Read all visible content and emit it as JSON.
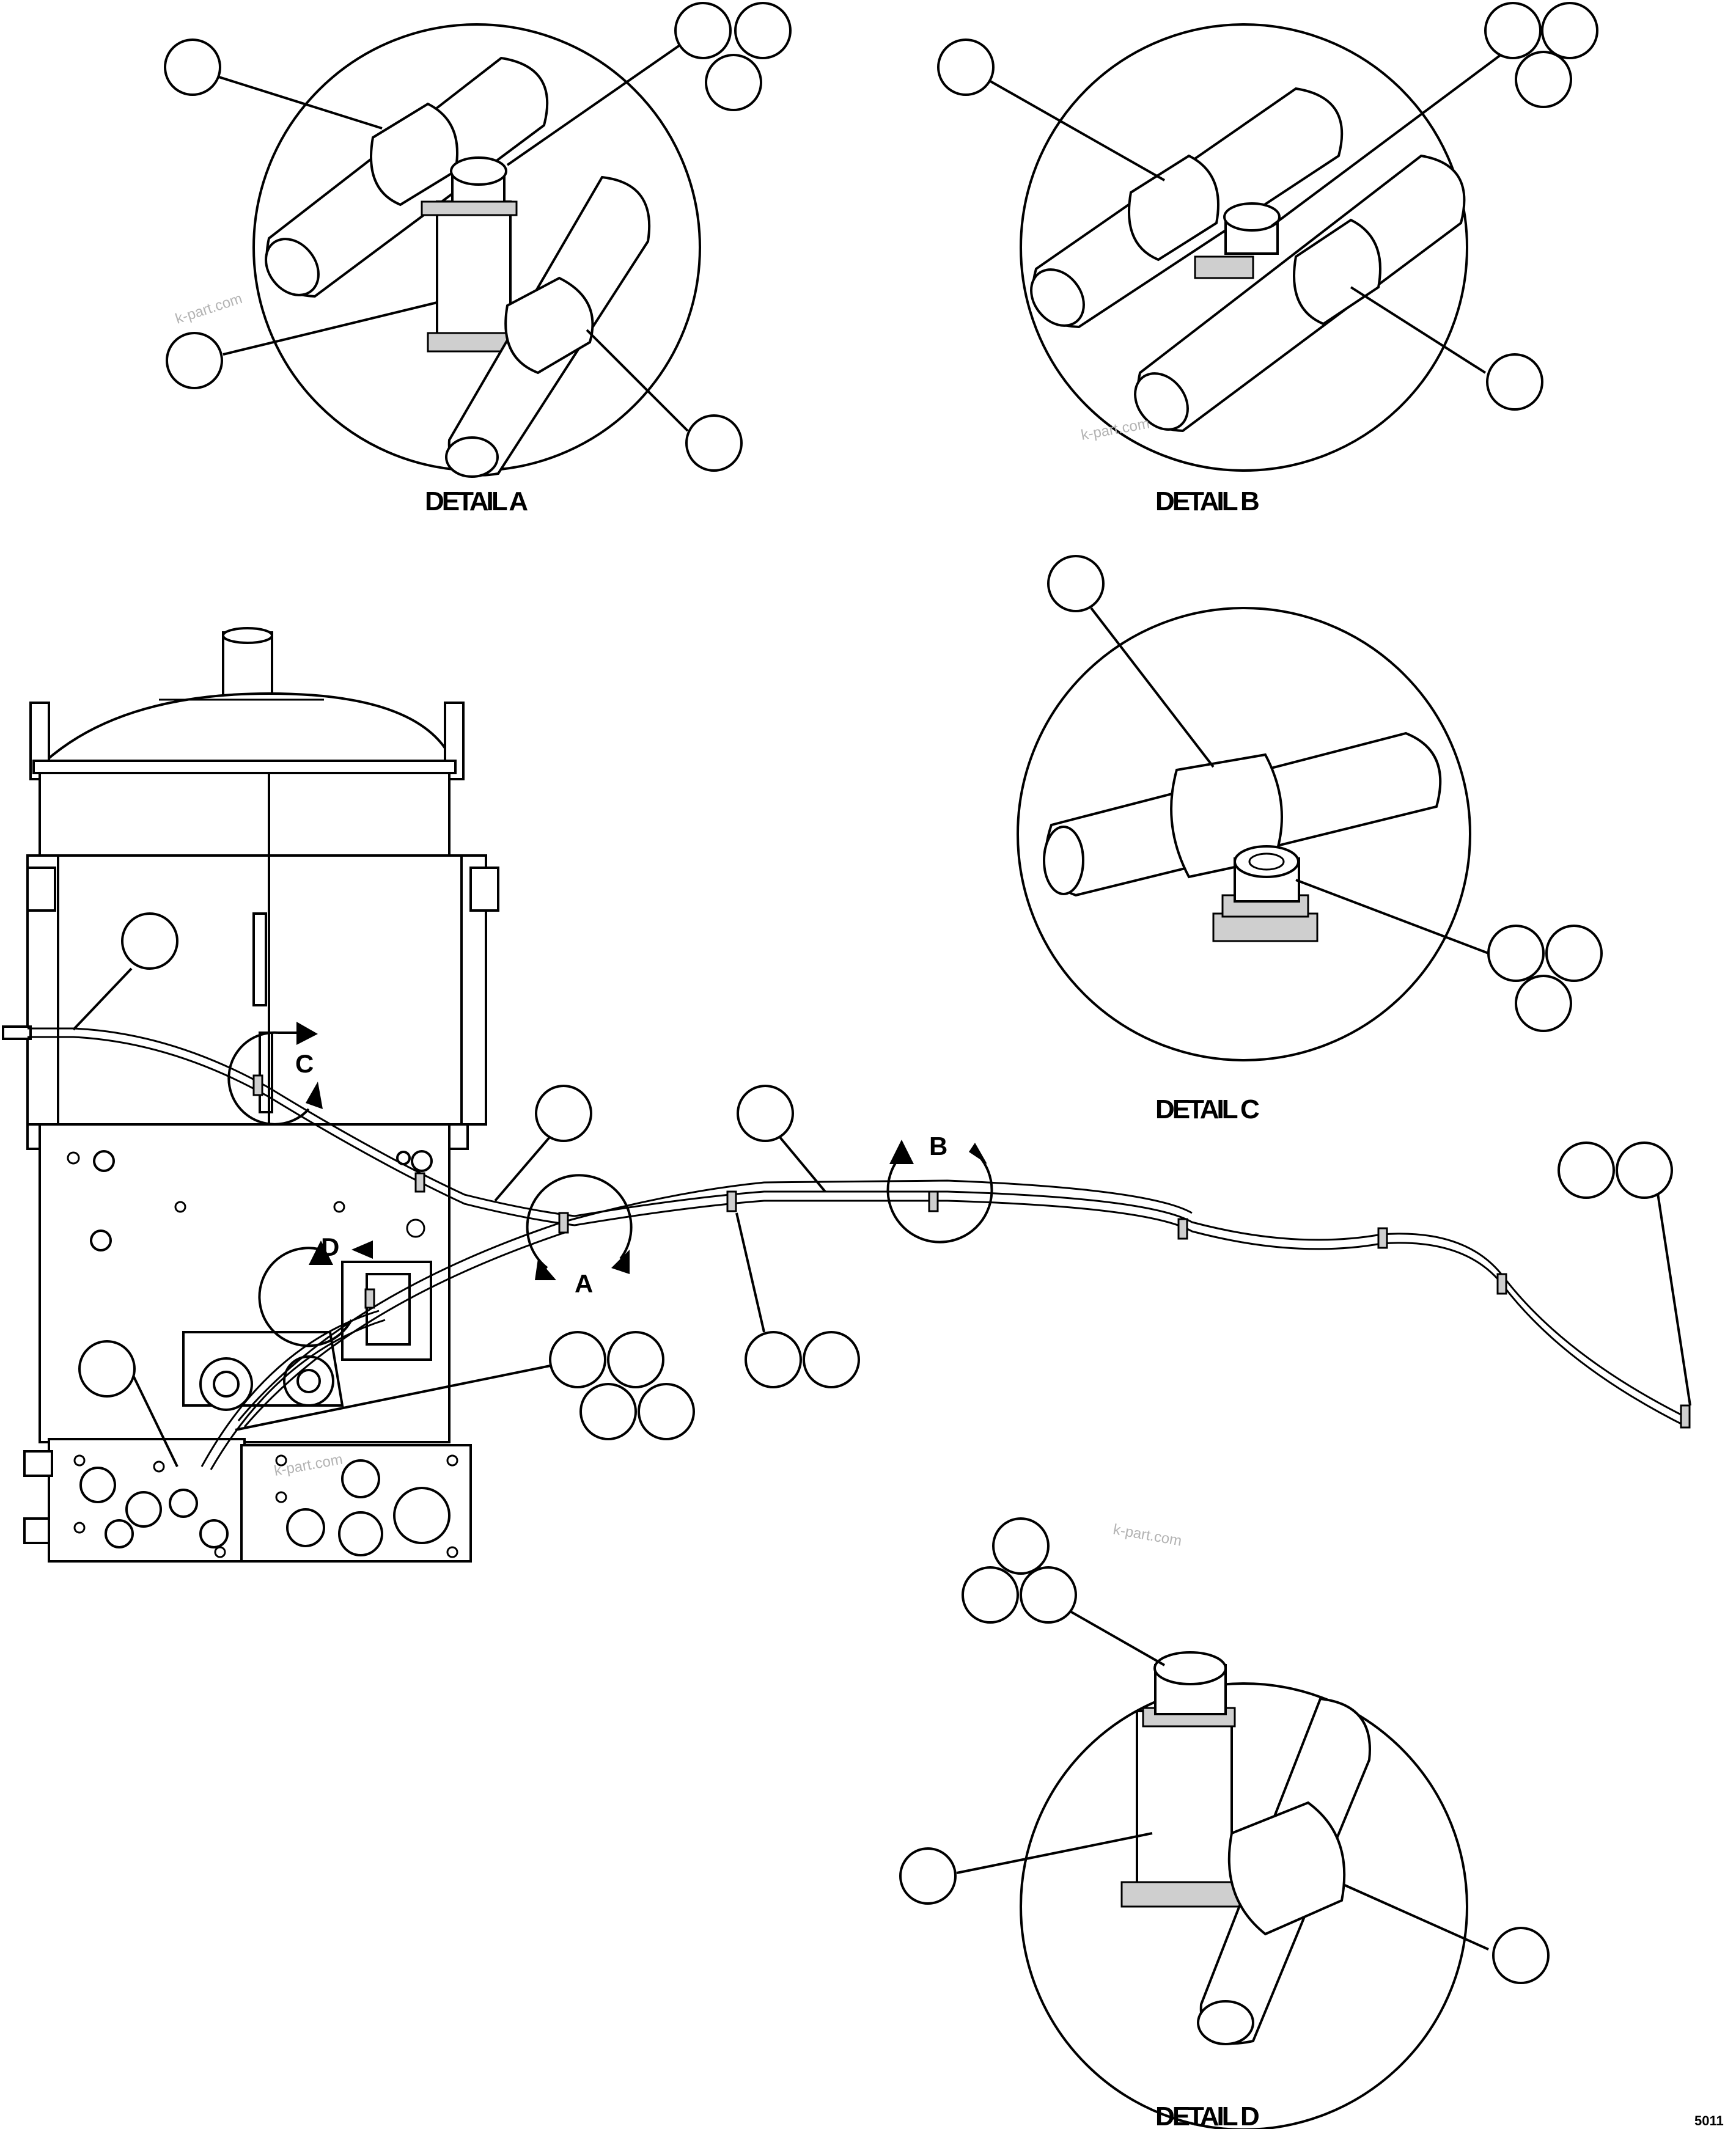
{
  "details": {
    "a": {
      "title": "DETAIL A"
    },
    "b": {
      "title": "DETAIL B"
    },
    "c": {
      "title": "DETAIL C"
    },
    "d": {
      "title": "DETAIL D"
    }
  },
  "view_markers": [
    "A",
    "B",
    "C",
    "D"
  ],
  "watermark": "k-part.com",
  "sheet_code": "5011"
}
